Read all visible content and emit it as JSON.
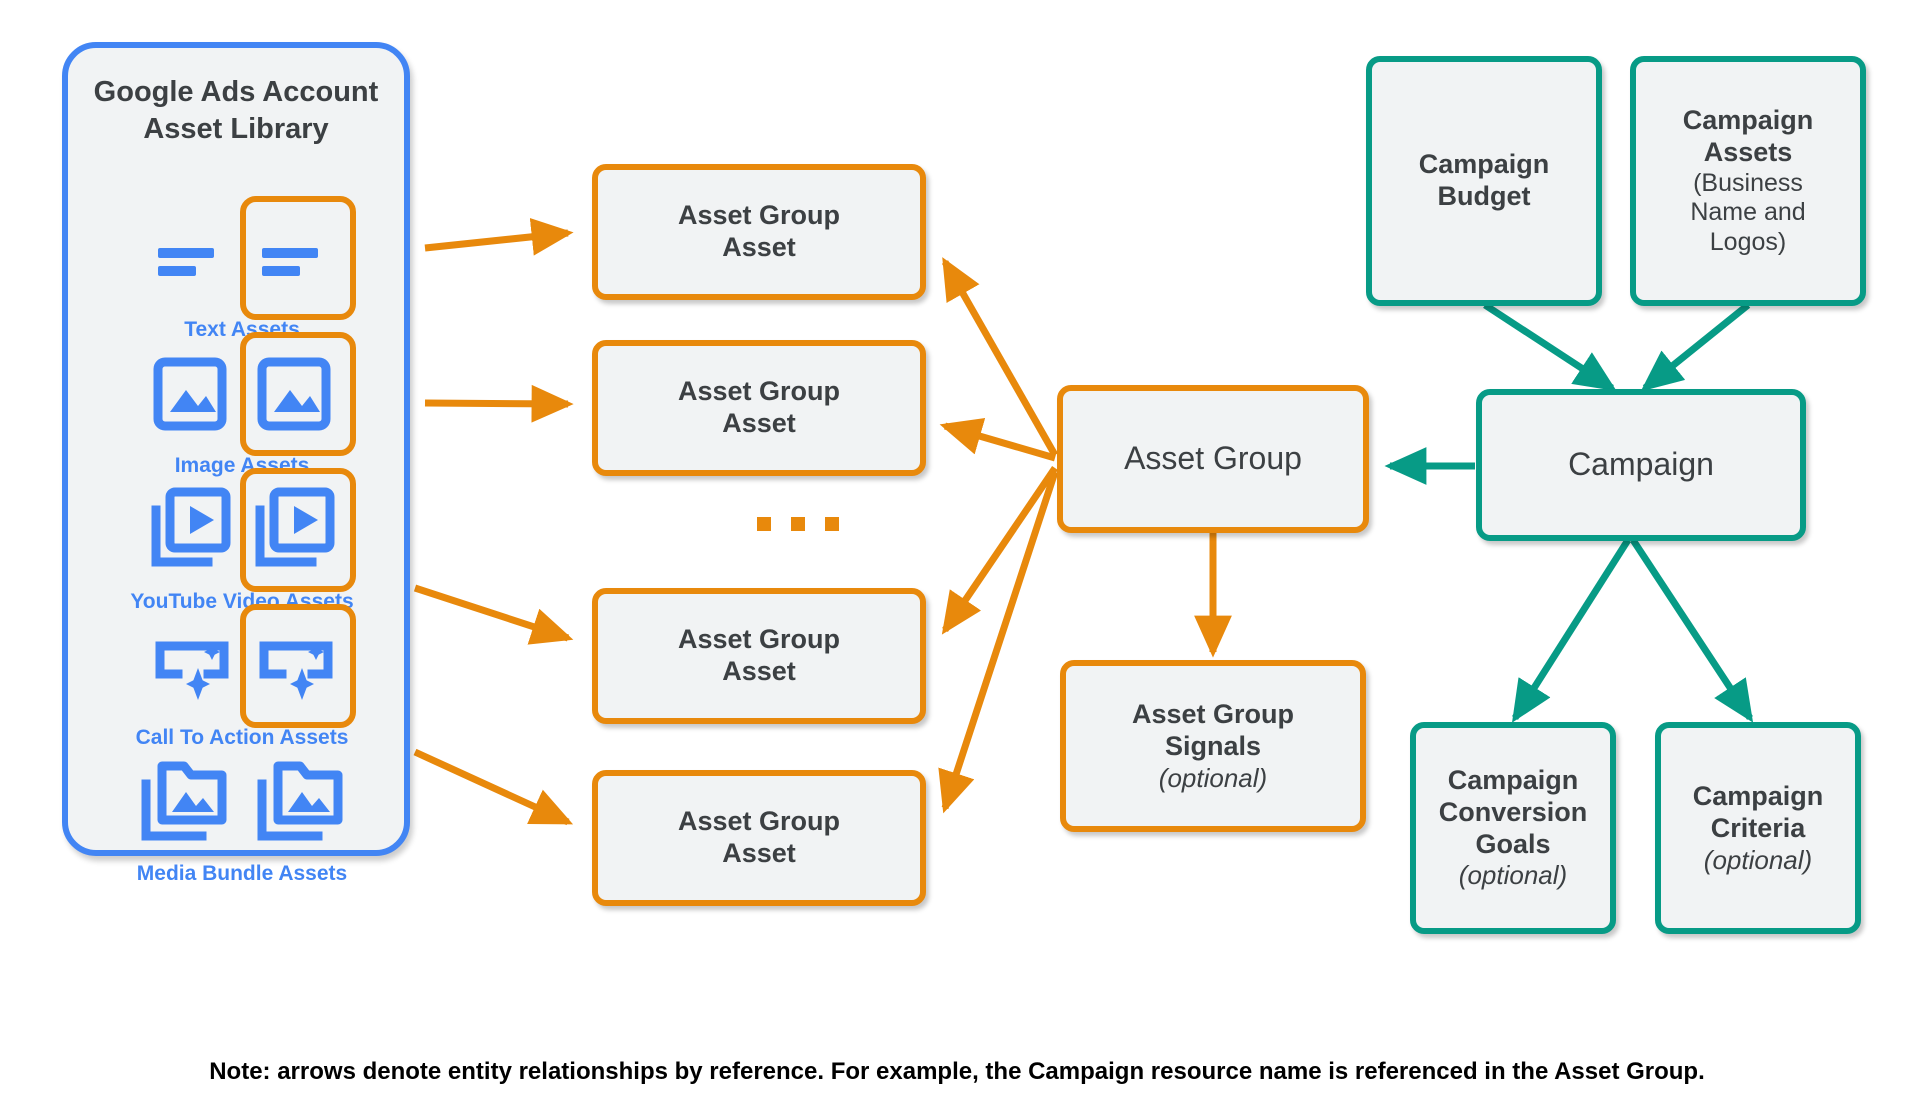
{
  "library": {
    "title_line1": "Google Ads Account",
    "title_line2": "Asset Library",
    "items": [
      {
        "label": "Text Assets",
        "icon": "text-asset-icon",
        "highlighted": true
      },
      {
        "label": "Image Assets",
        "icon": "image-asset-icon",
        "highlighted": true
      },
      {
        "label": "YouTube Video  Assets",
        "icon": "youtube-video-asset-icon",
        "highlighted": true
      },
      {
        "label": "Call To Action Assets",
        "icon": "call-to-action-asset-icon",
        "highlighted": true
      },
      {
        "label": "Media Bundle  Assets",
        "icon": "media-bundle-asset-icon",
        "highlighted": false
      }
    ]
  },
  "asset_group_assets": [
    {
      "line1": "Asset Group",
      "line2": "Asset"
    },
    {
      "line1": "Asset Group",
      "line2": "Asset"
    },
    {
      "line1": "Asset Group",
      "line2": "Asset"
    },
    {
      "line1": "Asset Group",
      "line2": "Asset"
    }
  ],
  "ellipsis": "...",
  "asset_group": {
    "label": "Asset Group"
  },
  "asset_group_signals": {
    "line1": "Asset Group",
    "line2": "Signals",
    "optional": "(optional)"
  },
  "campaign_budget": {
    "line1": "Campaign",
    "line2": "Budget"
  },
  "campaign_assets": {
    "line1": "Campaign",
    "line2": "Assets",
    "sub1": "(Business",
    "sub2": "Name and",
    "sub3": "Logos)"
  },
  "campaign": {
    "label": "Campaign"
  },
  "campaign_conversion_goals": {
    "line1": "Campaign",
    "line2": "Conversion",
    "line3": "Goals",
    "optional": "(optional)"
  },
  "campaign_criteria": {
    "line1": "Campaign",
    "line2": "Criteria",
    "optional": "(optional)"
  },
  "note": "Note: arrows denote entity relationships by reference. For example, the Campaign resource name is referenced in the Asset Group.",
  "colors": {
    "orange": "#e8890c",
    "teal": "#079b86",
    "blue": "#4285f4",
    "box_fill": "#f1f3f4",
    "text": "#3c4043",
    "note_text": "#000000"
  }
}
